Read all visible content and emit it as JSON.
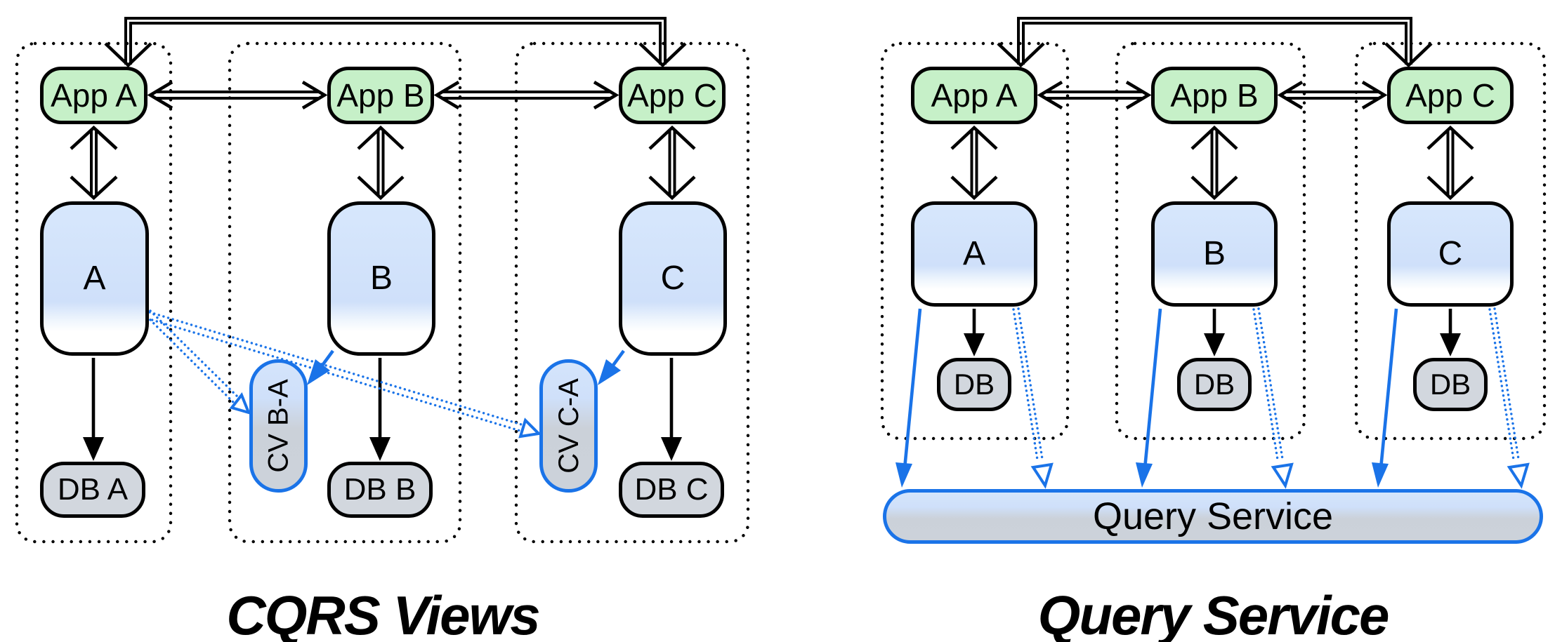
{
  "colors": {
    "accent_blue": "#1a73e8",
    "app_green": "#c6f0c8",
    "service_blue": "#cfe0fa",
    "db_gray": "#d2d7de",
    "outline_black": "#000000"
  },
  "left_diagram": {
    "title": "CQRS Views",
    "groups": [
      {
        "app": "App A",
        "service": "A",
        "db": "DB A"
      },
      {
        "app": "App B",
        "service": "B",
        "db": "DB B"
      },
      {
        "app": "App C",
        "service": "C",
        "db": "DB C"
      }
    ],
    "change_views": [
      {
        "label": "CV B-A"
      },
      {
        "label": "CV C-A"
      }
    ]
  },
  "right_diagram": {
    "title": "Query Service",
    "groups": [
      {
        "app": "App A",
        "service": "A",
        "db": "DB"
      },
      {
        "app": "App B",
        "service": "B",
        "db": "DB"
      },
      {
        "app": "App C",
        "service": "C",
        "db": "DB"
      }
    ],
    "query_service_label": "Query Service"
  }
}
